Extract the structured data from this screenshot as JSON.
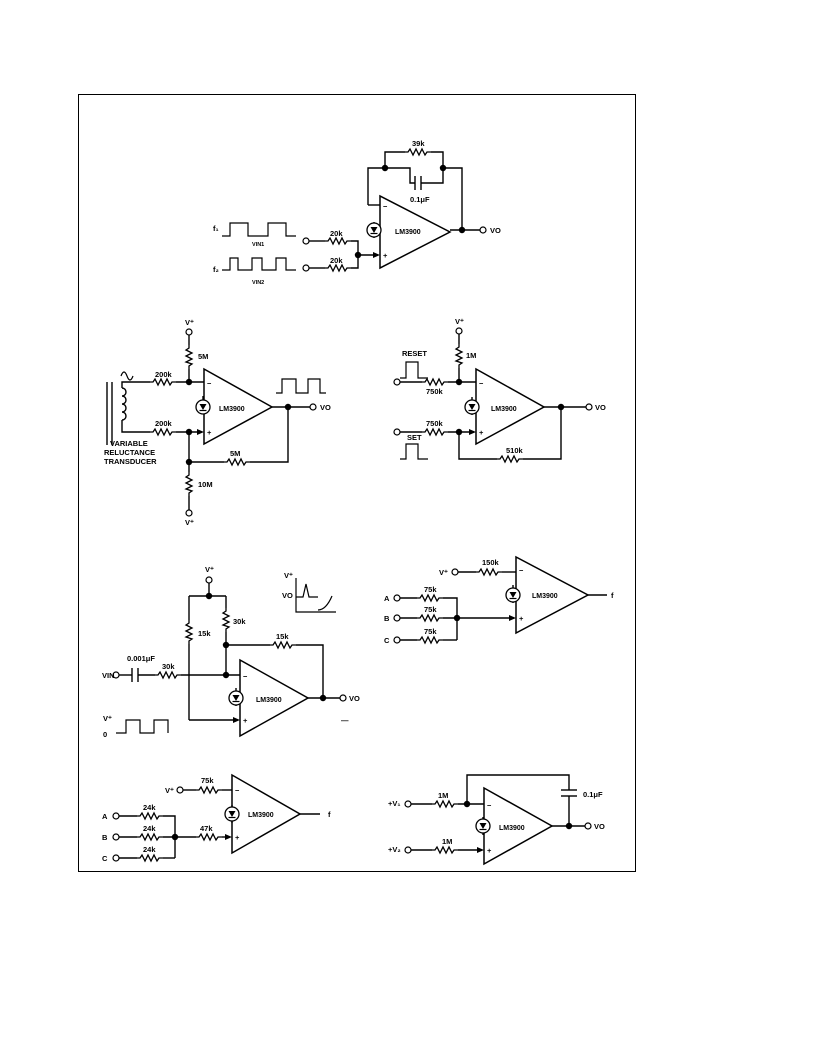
{
  "circuit1": {
    "r_feedback": "39k",
    "c_feedback": "0.1μF",
    "r_in1": "20k",
    "r_in2": "20k",
    "amp": "LM3900",
    "input1": "f₁",
    "input2": "f₂",
    "vin1": "VIN1",
    "vin2": "VIN2",
    "output": "VO",
    "minus": "−",
    "plus": "+"
  },
  "circuit2": {
    "supply_top": "V⁺",
    "r_top": "5M",
    "r_in1": "200k",
    "r_in2": "200k",
    "r_feedback": "5M",
    "r_bottom": "10M",
    "supply_bottom": "V⁺",
    "amp": "LM3900",
    "sine": "∿",
    "transducer_line1": "VARIABLE",
    "transducer_line2": "RELUCTANCE",
    "transducer_line3": "TRANSDUCER",
    "output": "VO",
    "minus": "−",
    "plus": "+"
  },
  "circuit3": {
    "supply": "V⁺",
    "r_top": "1M",
    "reset": "RESET",
    "r_reset": "750k",
    "set": "SET",
    "r_set": "750k",
    "r_feedback": "510k",
    "amp": "LM3900",
    "output": "VO",
    "minus": "−",
    "plus": "+"
  },
  "circuit4": {
    "supply": "V⁺",
    "r_left": "15k",
    "r_top": "30k",
    "r_feedback": "15k",
    "capacitor": "0.001μF",
    "r_in": "30k",
    "vin": "VIN",
    "amp": "LM3900",
    "output": "VO",
    "wave_v": "V⁺",
    "wave_vo": "VO",
    "wave2_v": "V⁺",
    "wave2_zero": "0",
    "minus": "−",
    "plus": "+",
    "dash": "—"
  },
  "circuit5": {
    "supply": "V⁺",
    "r_supply": "150k",
    "r_a": "75k",
    "r_b": "75k",
    "r_c": "75k",
    "in_a": "A",
    "in_b": "B",
    "in_c": "C",
    "amp": "LM3900",
    "output": "f",
    "minus": "−",
    "plus": "+"
  },
  "circuit6": {
    "supply": "V⁺",
    "r_supply": "75k",
    "r_a": "24k",
    "r_b": "24k",
    "r_c": "24k",
    "r_sum": "47k",
    "in_a": "A",
    "in_b": "B",
    "in_c": "C",
    "amp": "LM3900",
    "output": "f",
    "minus": "−",
    "plus": "+"
  },
  "circuit7": {
    "v1": "+V₁",
    "v2": "+V₂",
    "r_1": "1M",
    "r_2": "1M",
    "capacitor": "0.1μF",
    "amp": "LM3900",
    "output": "VO",
    "minus": "−",
    "plus": "+"
  }
}
